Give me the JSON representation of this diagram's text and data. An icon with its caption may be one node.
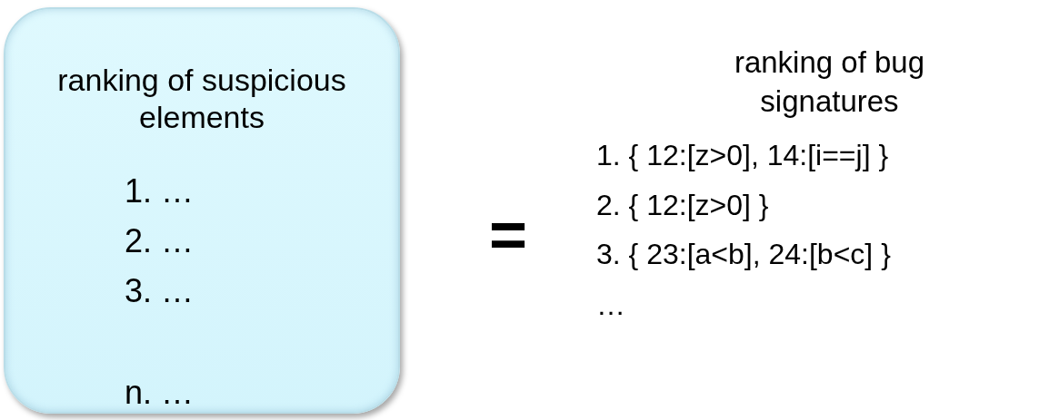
{
  "diagram": {
    "nodes": [
      {
        "text": [
          "ranking of suspicious elements",
          "1. …",
          "2. …",
          "3. …",
          "n. …"
        ]
      }
    ],
    "labels": [
      "ranking of bug signatures",
      "=",
      "1. { 12:[z>0], 14:[i==j] }",
      "2. { 12:[z>0] }",
      "3. { 23:[a<b], 24:[b<c] }",
      "…"
    ]
  }
}
